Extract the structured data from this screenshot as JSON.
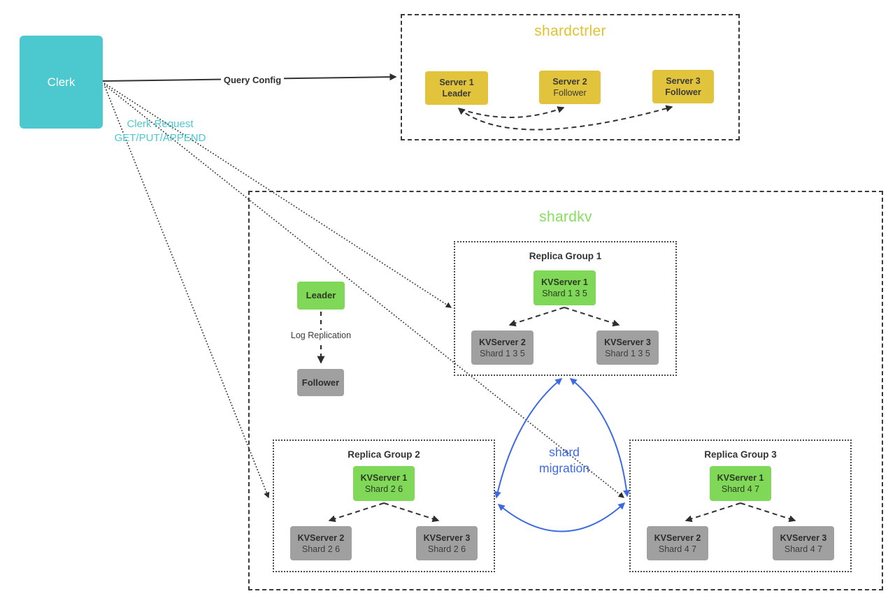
{
  "clerk": {
    "label": "Clerk"
  },
  "edges": {
    "query_config": "Query Config",
    "clerk_request": [
      "Clerk Request",
      "GET/PUT/APPEND"
    ],
    "log_replication": "Log Replication",
    "shard_migration": [
      "shard",
      "migration"
    ]
  },
  "shardctrler": {
    "title": "shardctrler",
    "servers": [
      {
        "name": "Server 1",
        "role": "Leader"
      },
      {
        "name": "Server 2",
        "role": "Follower"
      },
      {
        "name": "Server 3",
        "role": "Follower"
      }
    ]
  },
  "shardkv": {
    "title": "shardkv",
    "raft": {
      "leader_label": "Leader",
      "follower_label": "Follower"
    },
    "groups": [
      {
        "title": "Replica Group 1",
        "servers": [
          {
            "name": "KVServer 1",
            "shards": "Shard 1 3 5"
          },
          {
            "name": "KVServer 2",
            "shards": "Shard 1 3 5"
          },
          {
            "name": "KVServer 3",
            "shards": "Shard 1 3 5"
          }
        ]
      },
      {
        "title": "Replica Group 2",
        "servers": [
          {
            "name": "KVServer 1",
            "shards": "Shard 2 6"
          },
          {
            "name": "KVServer 2",
            "shards": "Shard 2 6"
          },
          {
            "name": "KVServer 3",
            "shards": "Shard 2 6"
          }
        ]
      },
      {
        "title": "Replica Group 3",
        "servers": [
          {
            "name": "KVServer 1",
            "shards": "Shard 4 7"
          },
          {
            "name": "KVServer 2",
            "shards": "Shard 4 7"
          },
          {
            "name": "KVServer 3",
            "shards": "Shard 4 7"
          }
        ]
      }
    ]
  },
  "connections": [
    {
      "from": "Clerk",
      "to": "shardctrler",
      "label": "Query Config",
      "style": "solid-arrow"
    },
    {
      "from": "Clerk",
      "to": "Replica Group 1",
      "label": "Clerk Request GET/PUT/APPEND",
      "style": "dotted-arrow"
    },
    {
      "from": "Clerk",
      "to": "Replica Group 2",
      "label": "Clerk Request GET/PUT/APPEND",
      "style": "dotted-arrow"
    },
    {
      "from": "Clerk",
      "to": "Replica Group 3",
      "label": "Clerk Request GET/PUT/APPEND",
      "style": "dotted-arrow"
    },
    {
      "from": "Server 1",
      "to": "Server 2",
      "style": "dashed-curved-arrow"
    },
    {
      "from": "Server 1",
      "to": "Server 3",
      "style": "dashed-curved-arrow-bidirectional"
    },
    {
      "from": "Leader",
      "to": "Follower",
      "label": "Log Replication",
      "style": "dashed-arrow"
    },
    {
      "from": "KVServer 1",
      "to": "KVServer 2",
      "scope": "within each replica group",
      "style": "dashed-arrow"
    },
    {
      "from": "KVServer 1",
      "to": "KVServer 3",
      "scope": "within each replica group",
      "style": "dashed-arrow"
    },
    {
      "from": "Replica Group 1",
      "to": "Replica Group 2",
      "label": "shard migration",
      "style": "blue-curved-bidirectional"
    },
    {
      "from": "Replica Group 1",
      "to": "Replica Group 3",
      "label": "shard migration",
      "style": "blue-curved-bidirectional"
    },
    {
      "from": "Replica Group 2",
      "to": "Replica Group 3",
      "label": "shard migration",
      "style": "blue-curved-bidirectional"
    }
  ],
  "colors": {
    "clerk_teal": "#4cc8cf",
    "server_yellow": "#e2c43c",
    "title_yellow": "#e0c22f",
    "kv_green": "#7fd858",
    "title_green": "#86dd5e",
    "node_gray": "#a0a0a0",
    "migration_blue": "#3e6ae1",
    "line_black": "#333333"
  }
}
